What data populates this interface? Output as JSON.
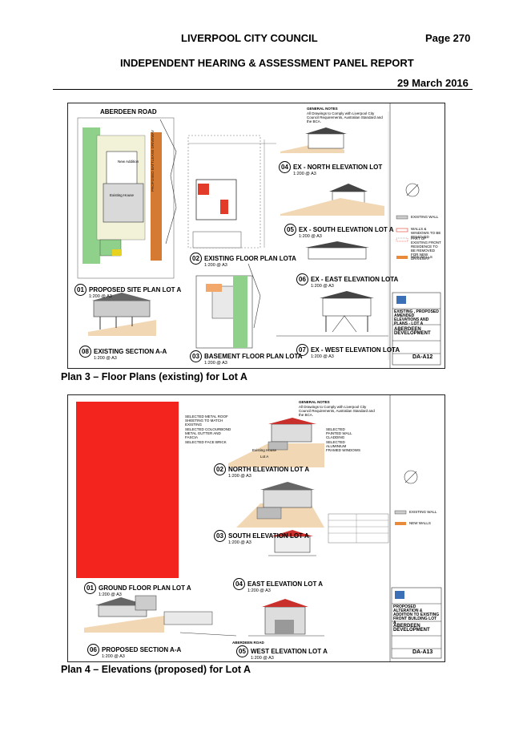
{
  "header": {
    "council": "LIVERPOOL CITY COUNCIL",
    "page": "Page 270",
    "report_title": "INDEPENDENT HEARING & ASSESSMENT PANEL REPORT",
    "date": "29 March 2016"
  },
  "plan3": {
    "caption": "Plan 3 – Floor Plans (existing) for Lot A",
    "road": "ABERDEEN ROAD",
    "general_notes": "GENERAL NOTES",
    "notes_text": "All Drawings to Comply with Liverpool City Council Requirements, Australian Standard and the BCA.",
    "views": [
      {
        "num": "01",
        "title": "PROPOSED SITE PLAN LOT A",
        "scale": "1:200 @ A3"
      },
      {
        "num": "02",
        "title": "EXISTING FLOOR PLAN LOTA",
        "scale": "1:200 @ A3"
      },
      {
        "num": "03",
        "title": "BASEMENT FLOOR PLAN LOTA",
        "scale": "1:200 @ A3"
      },
      {
        "num": "04",
        "title": "EX - NORTH ELEVATION LOT",
        "scale": "1:200 @ A3"
      },
      {
        "num": "05",
        "title": "EX - SOUTH ELEVATION LOT A",
        "scale": "1:200 @ A3"
      },
      {
        "num": "06",
        "title": "EX - EAST ELEVATION LOTA",
        "scale": "1:200 @ A3"
      },
      {
        "num": "07",
        "title": "EX - WEST ELEVATION LOTA",
        "scale": "1:200 @ A3"
      },
      {
        "num": "08",
        "title": "EXISTING SECTION A-A",
        "scale": "1:200 @ A3"
      }
    ],
    "site_labels": [
      "New Addition",
      "Existing House",
      "PROPOSED BATTLEAXE DRIVEWAY"
    ],
    "legend": [
      "EXISTING WALL",
      "WALLS & WINDOWS TO BE REMOVED",
      "PART OF EXISTING FRONT RESIDENCE TO BE REMOVED FOR NEW DRIVEWAY",
      "NEW WALLS"
    ],
    "title_block": {
      "drawing": "EXISTING , PROPOSED AMENDED ELEVATIONS AND PLANS - LOT A",
      "project": "ABERDEEN DEVELOPMENT",
      "sheet": "DA-A12"
    }
  },
  "plan4": {
    "caption": "Plan 4 – Elevations (proposed) for Lot A",
    "general_notes": "GENERAL NOTES",
    "notes_text": "All Drawings to Comply with Liverpool City Council Requirements, Australian Standard and the BCA.",
    "views": [
      {
        "num": "01",
        "title": "GROUND FLOOR PLAN LOT A",
        "scale": "1:200 @ A3"
      },
      {
        "num": "02",
        "title": "NORTH ELEVATION LOT A",
        "scale": "1:200 @ A3"
      },
      {
        "num": "03",
        "title": "SOUTH ELEVATION LOT A",
        "scale": "1:200 @ A3"
      },
      {
        "num": "04",
        "title": "EAST ELEVATION LOT A",
        "scale": "1:200 @ A3"
      },
      {
        "num": "05",
        "title": "WEST ELEVATION LOT A",
        "scale": "1:200 @ A3"
      },
      {
        "num": "06",
        "title": "PROPOSED SECTION A-A",
        "scale": "1:200 @ A3"
      }
    ],
    "notes": [
      "SELECTED METAL ROOF SHEETING TO MATCH EXISTING",
      "SELECTED COLOURBOND METAL GUTTER AND FASCIA",
      "SELECTED FACE BRICK",
      "SELECTED PAINTED WALL CLADDING",
      "SELECTED ALUMINIUM FRAMED WINDOWS",
      "Existing House",
      "Lot A",
      "ABERDEEN ROAD"
    ],
    "legend": [
      "EXISTING WALL",
      "NEW WALLS"
    ],
    "title_block": {
      "drawing": "PROPOSED ALTERATION & ADDITION TO EXISTING FRONT BUILDING LOT A",
      "project": "ABERDEEN DEVELOPMENT",
      "sheet": "DA-A13"
    }
  }
}
